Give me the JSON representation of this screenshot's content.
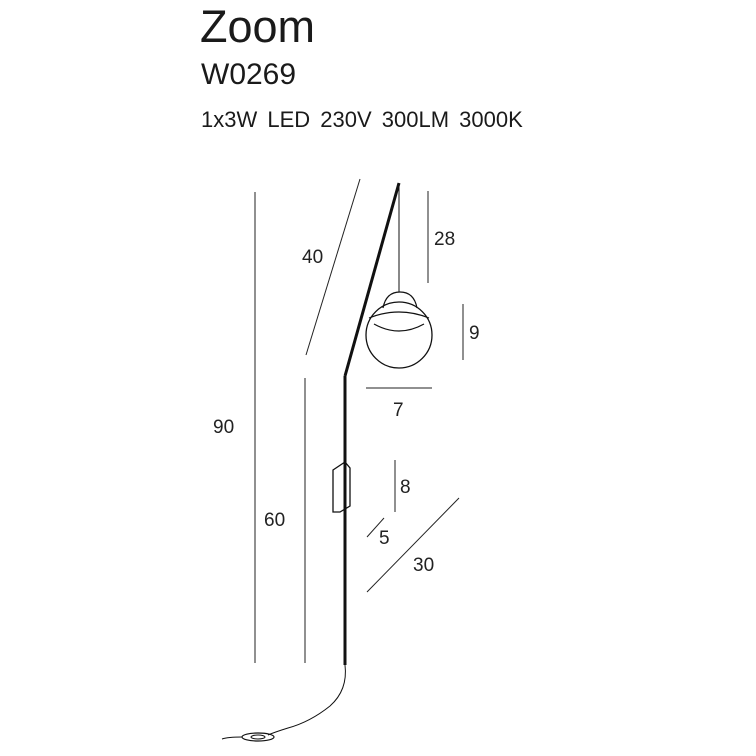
{
  "product": {
    "name": "Zoom",
    "code": "W0269",
    "specs": "1x3W  LED  230V  300LM  3000K"
  },
  "dimensions": {
    "arm_length": "40",
    "pendant_drop": "28",
    "shade_height": "9",
    "shade_width": "7",
    "total_height": "90",
    "pole_height": "60",
    "switch_height": "8",
    "switch_depth": "5",
    "wall_offset": "30"
  }
}
